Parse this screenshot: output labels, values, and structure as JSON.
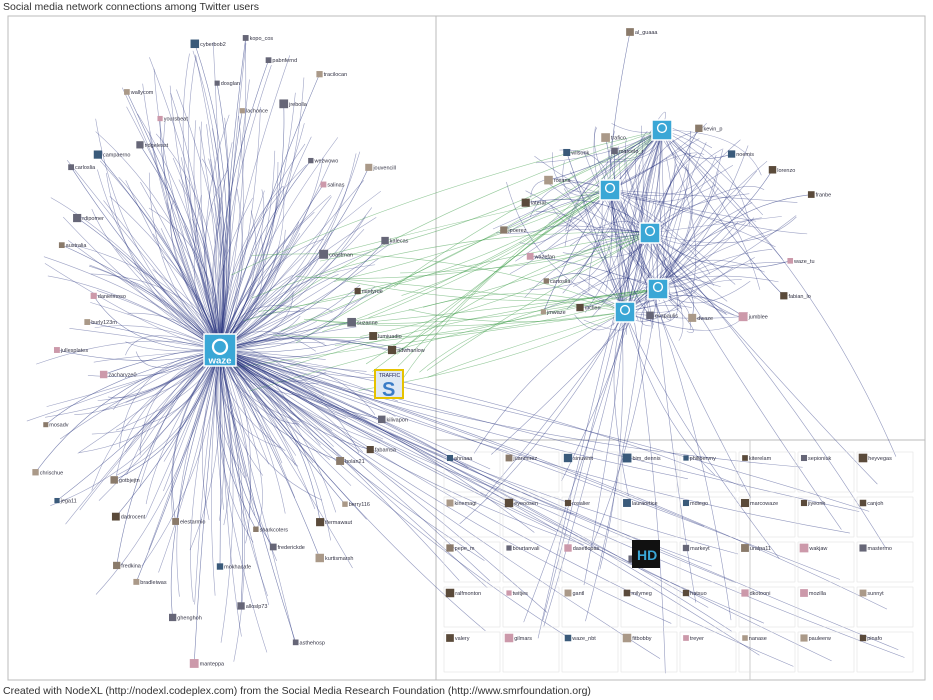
{
  "title": "Social media network connections among Twitter users",
  "footer": "Created with NodeXL (http://nodexl.codeplex.com) from the Social Media Research Foundation (http://www.smrfoundation.org)",
  "colors": {
    "edge_blue": "#27337f",
    "edge_green": "#3f9f4a",
    "hub": "#3aa7d6",
    "frame": "#b8b8b8"
  },
  "hubs": {
    "main": "waze",
    "secondary_count": 5
  },
  "overlays": {
    "traffic_badge": "TRAFFIC",
    "hd_badge": "HD"
  },
  "cluster_main": [
    "adwhanlow",
    "lumiuadio",
    "kilivapon",
    "fabamsa",
    "bolan21",
    "berry116",
    "ifermawaut",
    "kurtismarsh",
    "frederickde",
    "asthehosp",
    "sharkcoters",
    "alloslp73",
    "mokhacafe",
    "manteppa",
    "ghenghoh",
    "elestarmio",
    "bradleiwas",
    "fredkina",
    "dadrocent",
    "gotbjejtn",
    "jega11",
    "chrischue",
    "mosadv",
    "zacharyze0",
    "jullesplates",
    "burly123m",
    "danielmoso",
    "australia",
    "rdipomer",
    "carloslia",
    "campaerno",
    "ridgelesst",
    "wallycom",
    "yoursbeat",
    "dosglan",
    "cyberbob2",
    "lachonce",
    "kopo_cos",
    "pabnfernd",
    "jrebolla",
    "tracilocan",
    "wezwowo",
    "salinas",
    "jouvencill",
    "coastman",
    "kalecas",
    "mintyrue",
    "suzanne"
  ],
  "cluster_secondary": [
    "al_guaaa",
    "waze_tu",
    "fabian_lo",
    "jumblee",
    "dwaze",
    "evapaulis",
    "mclien",
    "jmwaze",
    "cartoslla",
    "wazefan",
    "jpoerez",
    "lateral",
    "roxana",
    "wilsonk",
    "trafico",
    "marcelo_r",
    "kevin_p",
    "noemis",
    "lorenzo",
    "franbe"
  ],
  "grid": [
    "ahnaaa",
    "juanmirez",
    "sinuwnit",
    "bim_dennis",
    "philipervny",
    "kiterelam",
    "sepioniuk",
    "heyvegas",
    "kinemagi",
    "eyeoosen",
    "rosalier",
    "lauraortice",
    "mdiego",
    "marcowaze",
    "jiyeonh",
    "canjoh",
    "pepe_m",
    "bourtanvali",
    "dasetlopas",
    "flnorma",
    "markeyt",
    "uralpa11",
    "wakjaw",
    "mastermo",
    "ralfmonton",
    "twitjes",
    "gantl",
    "milymeg",
    "hatsuo",
    "dkotooni",
    "mozilla",
    "sunnyt",
    "valery",
    "gilmars",
    "waze_nbt",
    "fitbobby",
    "treyer",
    "nanase",
    "pauleerw",
    "pinafo"
  ]
}
